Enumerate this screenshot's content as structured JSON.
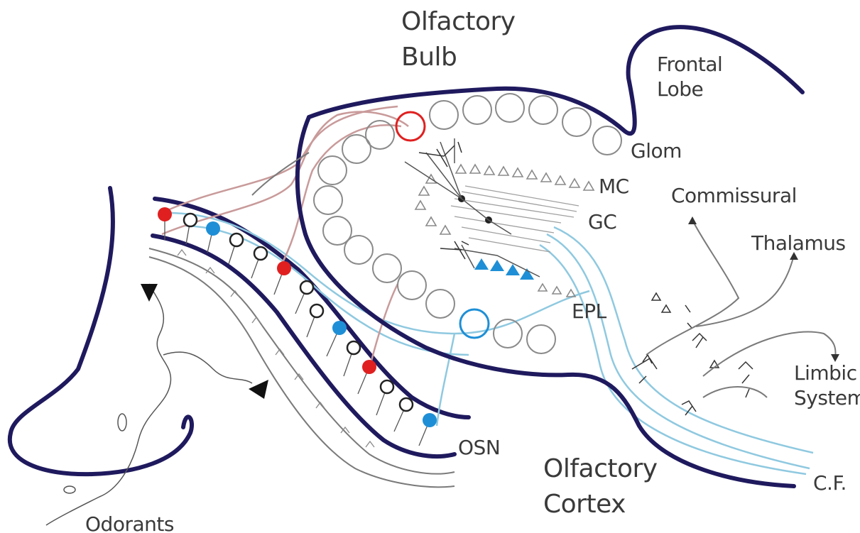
{
  "labels": {
    "olfactory_bulb_line1": "Olfactory",
    "olfactory_bulb_line2": "Bulb",
    "frontal_lobe_line1": "Frontal",
    "frontal_lobe_line2": "Lobe",
    "glom": "Glom",
    "mc": "MC",
    "gc": "GC",
    "epl": "EPL",
    "commissural": "Commissural",
    "thalamus": "Thalamus",
    "limbic_line1": "Limbic",
    "limbic_line2": "System",
    "osn": "OSN",
    "olfactory_cortex_line1": "Olfactory",
    "olfactory_cortex_line2": "Cortex",
    "cf": "C.F.",
    "odorants": "Odorants"
  },
  "colors": {
    "outline": "#1f1a5e",
    "red_receptor": "#e02020",
    "blue_receptor": "#1e8fd6",
    "cyan_pathway": "#8fc9e0",
    "pink_pathway": "#c99a9a",
    "gray_structure": "#8a8a8a"
  },
  "receptor_sequence": [
    "red",
    "open",
    "blue",
    "open",
    "open",
    "red",
    "open",
    "open",
    "blue",
    "open",
    "red",
    "open",
    "open",
    "blue"
  ]
}
